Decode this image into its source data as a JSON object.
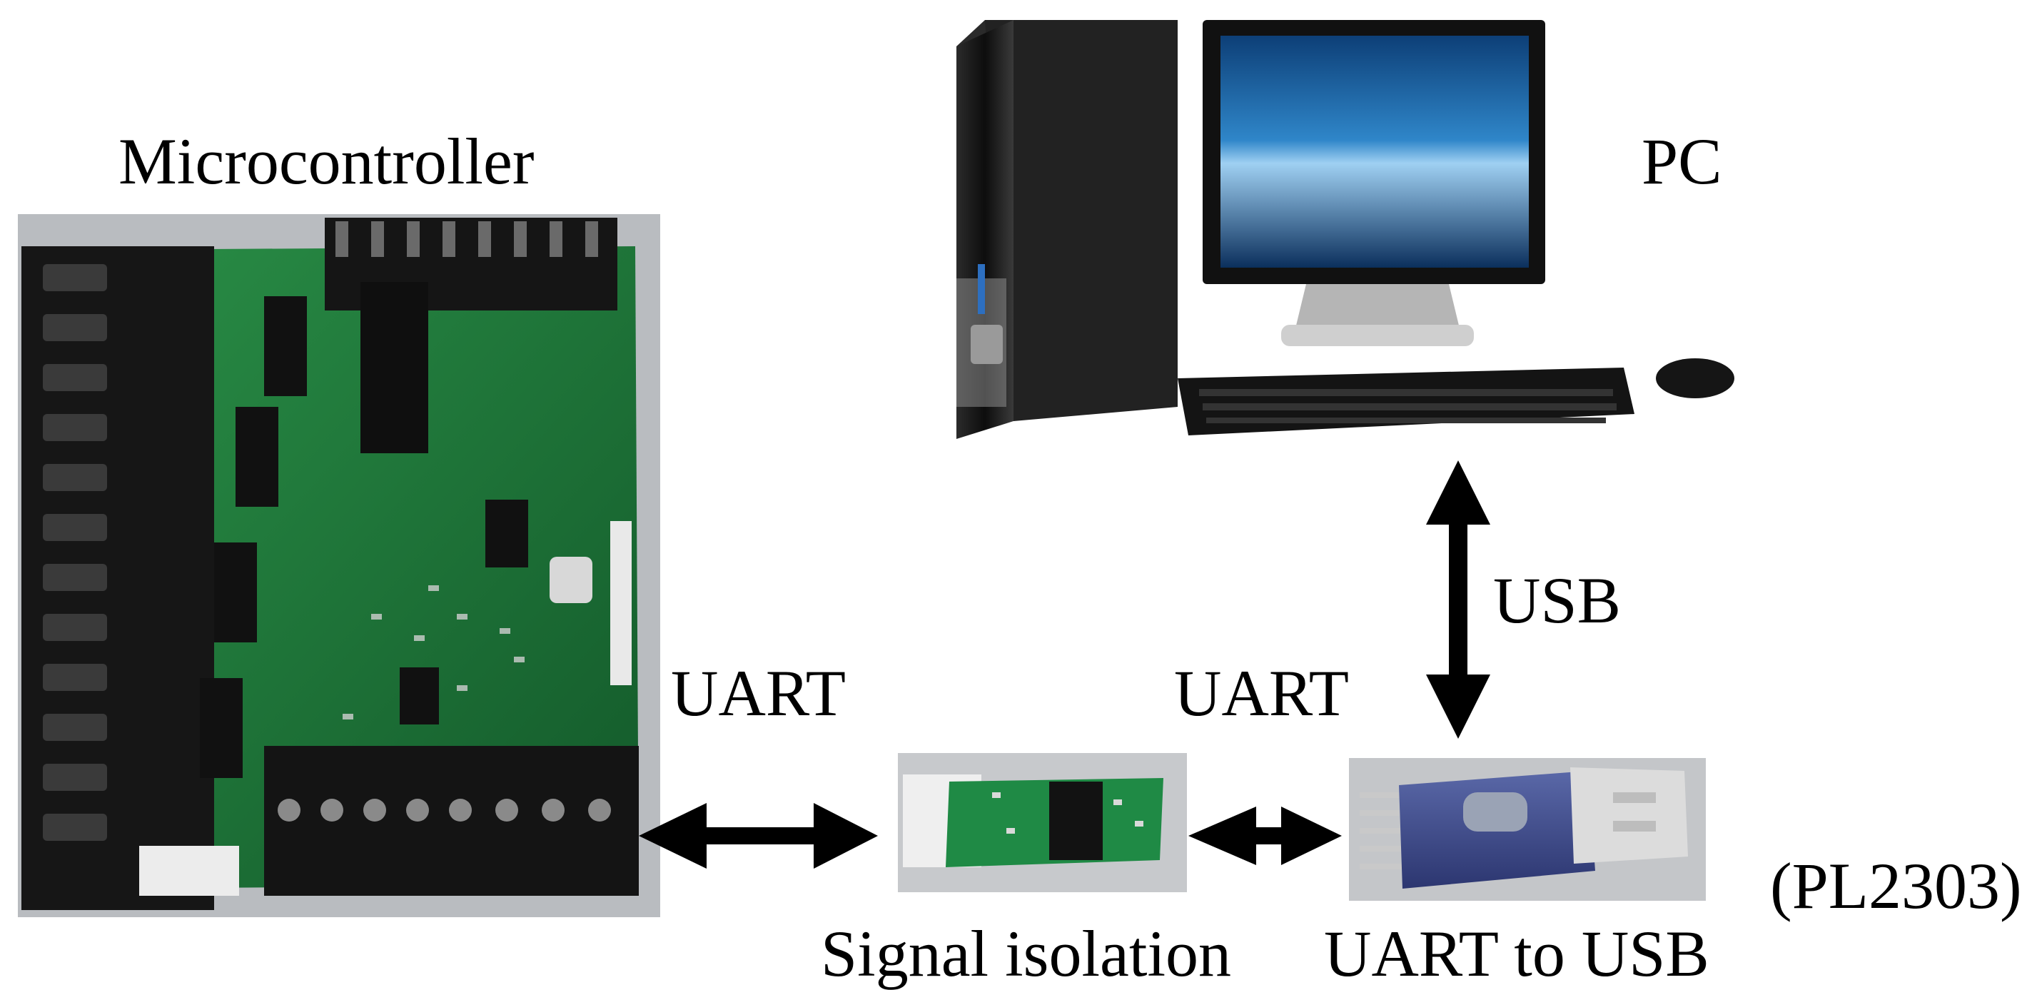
{
  "labels": {
    "microcontroller": "Microcontroller",
    "pc": "PC",
    "usb": "USB",
    "uart_left": "UART",
    "uart_right": "UART",
    "signal_isolation": "Signal isolation",
    "uart_to_usb": "UART to USB",
    "chip": "(PL2303)"
  },
  "colors": {
    "pcb_green": "#1f7a3a",
    "terminal_black": "#1a1a1a",
    "arrow": "#000000",
    "screen_blue": "#1d6fb3",
    "module_blue": "#3b4a8a"
  }
}
